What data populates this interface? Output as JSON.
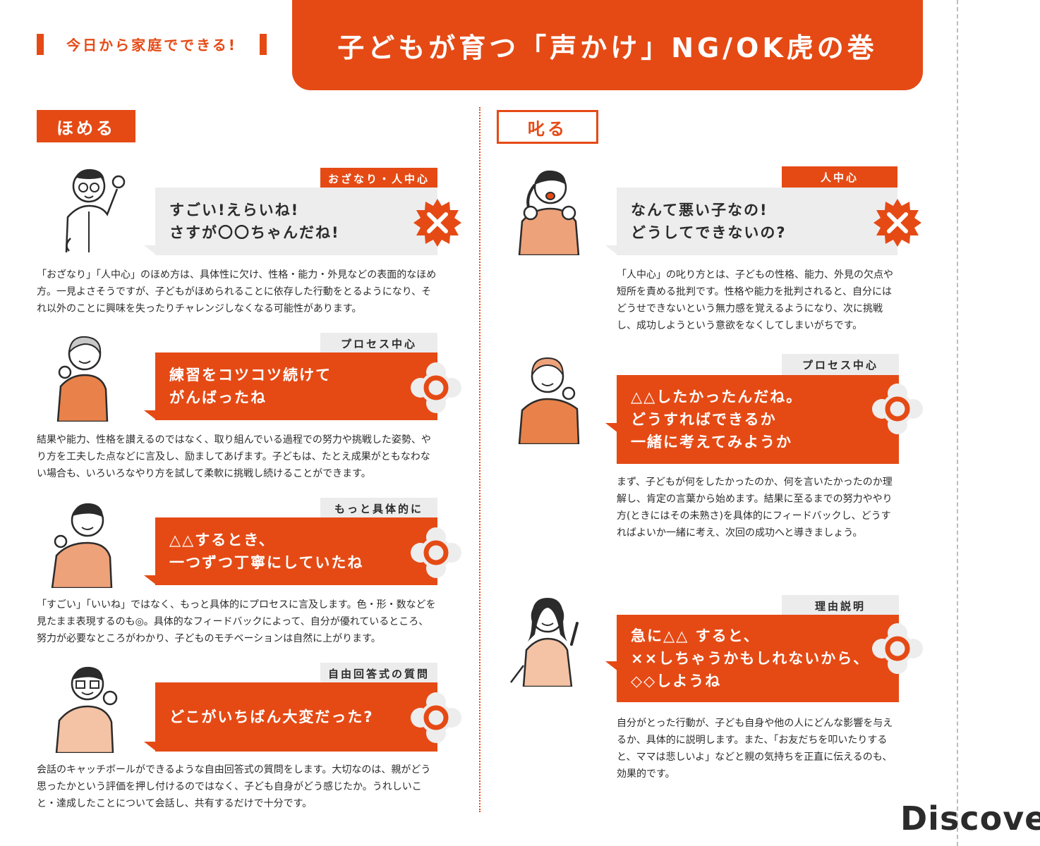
{
  "header": {
    "tagline": "今日から家庭でできる!",
    "title": "子どもが育つ「声かけ」NG/OK虎の巻"
  },
  "sections": {
    "praise": "ほめる",
    "scold": "叱る"
  },
  "praise_cards": [
    {
      "label": "おざなり・人中心",
      "lines": [
        "すごい!えらいね!",
        "さすが〇〇ちゃんだね!"
      ],
      "mark": "NG",
      "mark_icon": "cross-icon",
      "desc": "「おざなり」「人中心」のほめ方は、具体性に欠け、性格・能力・外見などの表面的なほめ方。一見よさそうですが、子どもがほめられることに依存した行動をとるようになり、それ以外のことに興味を失ったりチャレンジしなくなる可能性があります。"
    },
    {
      "label": "プロセス中心",
      "lines": [
        "練習をコツコツ続けて",
        "がんばったね"
      ],
      "mark": "OK",
      "mark_icon": "circle-icon",
      "desc": "結果や能力、性格を讃えるのではなく、取り組んでいる過程での努力や挑戦した姿勢、やり方を工夫した点などに言及し、励ましてあげます。子どもは、たとえ成果がともなわない場合も、いろいろなやり方を試して柔軟に挑戦し続けることができます。"
    },
    {
      "label": "もっと具体的に",
      "lines": [
        "△△するとき、",
        "一つずつ丁寧にしていたね"
      ],
      "mark": "OK",
      "mark_icon": "circle-icon",
      "desc": "「すごい」「いいね」ではなく、もっと具体的にプロセスに言及します。色・形・数などを見たまま表現するのも◎。具体的なフィードバックによって、自分が優れているところ、努力が必要なところがわかり、子どものモチベーションは自然に上がります。"
    },
    {
      "label": "自由回答式の質問",
      "lines": [
        "どこがいちばん大変だった?"
      ],
      "mark": "OK",
      "mark_icon": "circle-icon",
      "desc": "会話のキャッチボールができるような自由回答式の質問をします。大切なのは、親がどう思ったかという評価を押し付けるのではなく、子ども自身がどう感じたか。うれしいこと・達成したことについて会話し、共有するだけで十分です。"
    }
  ],
  "scold_cards": [
    {
      "label": "人中心",
      "lines": [
        "なんて悪い子なの!",
        "どうしてできないの?"
      ],
      "mark": "NG",
      "mark_icon": "cross-icon",
      "desc": "「人中心」の叱り方とは、子どもの性格、能力、外見の欠点や短所を責める批判です。性格や能力を批判されると、自分にはどうせできないという無力感を覚えるようになり、次に挑戦し、成功しようという意欲をなくしてしまいがちです。"
    },
    {
      "label": "プロセス中心",
      "lines": [
        "△△したかったんだね。",
        "どうすればできるか",
        "一緒に考えてみようか"
      ],
      "mark": "OK",
      "mark_icon": "circle-icon",
      "desc": "まず、子どもが何をしたかったのか、何を言いたかったのか理解し、肯定の言葉から始めます。結果に至るまでの努力ややり方(ときにはその未熟さ)を具体的にフィードバックし、どうすればよいか一緒に考え、次回の成功へと導きましょう。"
    },
    {
      "label": "理由説明",
      "lines": [
        "急に△△ すると、",
        "××しちゃうかもしれないから、",
        "◇◇しようね"
      ],
      "mark": "OK",
      "mark_icon": "circle-icon",
      "desc": "自分がとった行動が、子ども自身や他の人にどんな影響を与えるか、具体的に説明します。また、「お友だちを叩いたりすると、ママは悲しいよ」などと親の気持ちを正直に伝えるのも、効果的です。"
    }
  ],
  "logo": "Discover",
  "colors": {
    "accent": "#e54a15",
    "gray": "#ededed"
  }
}
